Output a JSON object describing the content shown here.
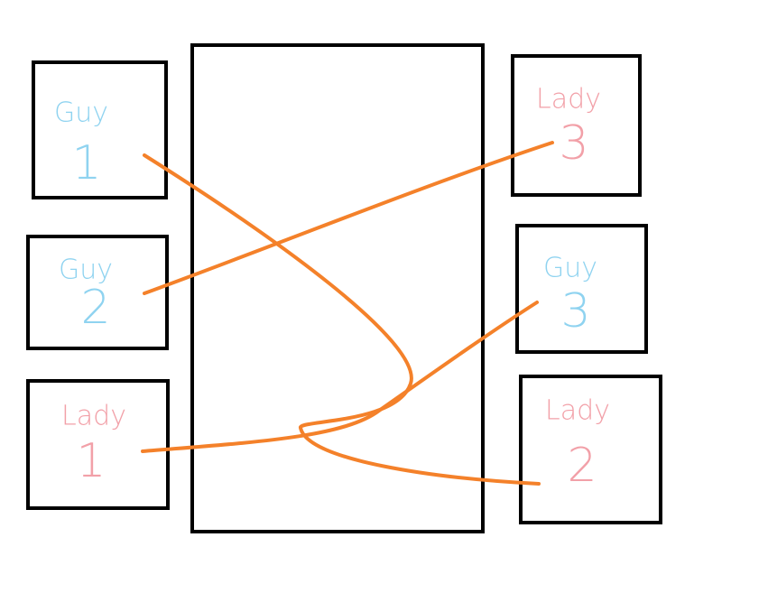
{
  "colors": {
    "guy": "#8fd3f0",
    "lady": "#f2a0a8",
    "link": "#f4812a",
    "box_stroke": "#000000"
  },
  "boxes": {
    "guy1": {
      "word": "Guy",
      "number": "1",
      "kind": "guy"
    },
    "guy2": {
      "word": "Guy",
      "number": "2",
      "kind": "guy"
    },
    "lady1": {
      "word": "Lady",
      "number": "1",
      "kind": "lady"
    },
    "lady3": {
      "word": "Lady",
      "number": "3",
      "kind": "lady"
    },
    "guy3": {
      "word": "Guy",
      "number": "3",
      "kind": "guy"
    },
    "lady2": {
      "word": "Lady",
      "number": "2",
      "kind": "lady"
    }
  },
  "links": [
    {
      "from": "guy1",
      "to": "lady2"
    },
    {
      "from": "guy2",
      "to": "lady3"
    },
    {
      "from": "lady1",
      "to": "guy3"
    }
  ]
}
